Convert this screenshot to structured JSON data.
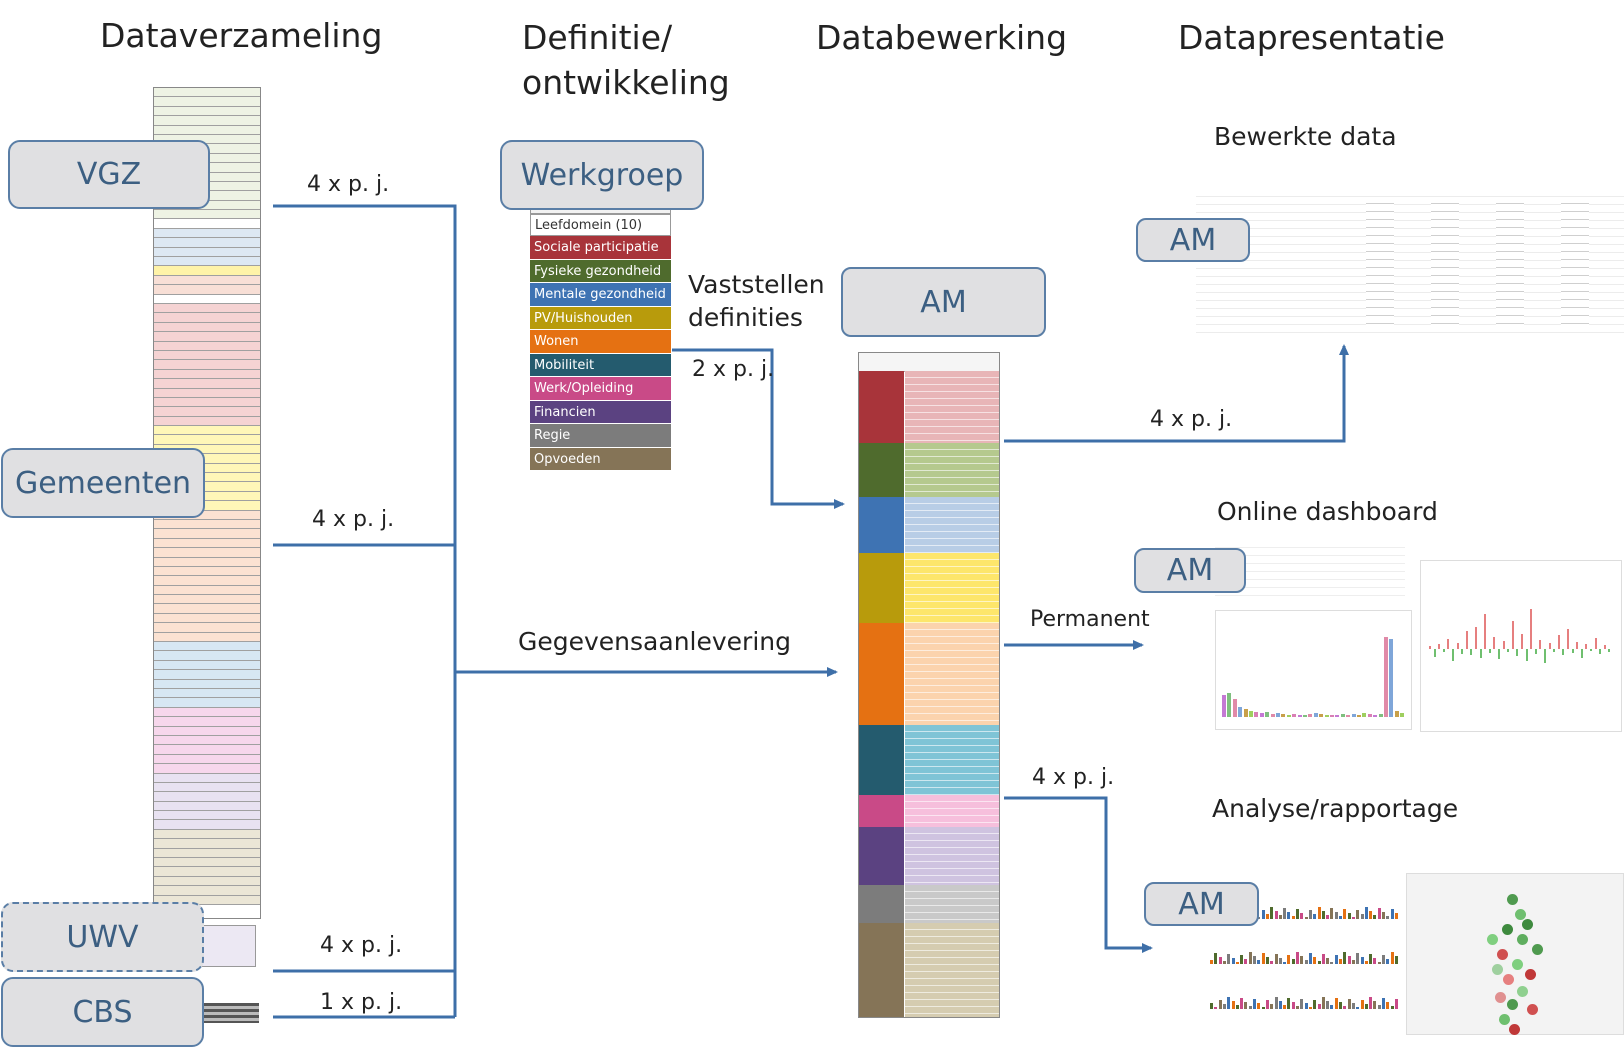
{
  "columns": {
    "dataverzameling": "Dataverzameling",
    "definitie_line1": "Definitie/",
    "definitie_line2": "ontwikkeling",
    "databewerking": "Databewerking",
    "datapresentatie": "Datapresentatie"
  },
  "sources": {
    "vgz": "VGZ",
    "gemeenten": "Gemeenten",
    "uwv": "UWV",
    "cbs": "CBS"
  },
  "frequencies": {
    "vgz": "4 x p. j.",
    "gemeenten": "4 x p. j.",
    "uwv": "4 x p. j.",
    "cbs": "1 x p. j.",
    "definities": "2 x p. j.",
    "bewerkte": "4 x p. j.",
    "dashboard": "Permanent",
    "analyse": "4 x p. j."
  },
  "process": {
    "werkgroep": "Werkgroep",
    "vaststellen_line1": "Vaststellen",
    "vaststellen_line2": "definities",
    "gegevensaanlevering": "Gegevensaanlevering",
    "am_center": "AM"
  },
  "leefdomein": {
    "header": "Leefdomein (10)",
    "items": [
      {
        "label": "Sociale participatie",
        "color": "#a8343a"
      },
      {
        "label": "Fysieke gezondheid",
        "color": "#4f6b2d"
      },
      {
        "label": "Mentale gezondheid",
        "color": "#3e73b3"
      },
      {
        "label": "PV/Huishouden",
        "color": "#b89b0c"
      },
      {
        "label": "Wonen",
        "color": "#e57112"
      },
      {
        "label": "Mobiliteit",
        "color": "#245b6e"
      },
      {
        "label": "Werk/Opleiding",
        "color": "#c94a87"
      },
      {
        "label": "Financien",
        "color": "#5b4281"
      },
      {
        "label": "Regie",
        "color": "#7c7c7c"
      },
      {
        "label": "Opvoeden",
        "color": "#857457"
      }
    ]
  },
  "outputs": {
    "bewerkte": "Bewerkte data",
    "dashboard": "Online dashboard",
    "analyse": "Analyse/rapportage",
    "am": "AM"
  },
  "colors": {
    "arrow": "#3e6fa8",
    "box_border": "#5a7ea6",
    "box_fill": "#e0e0e2",
    "box_text": "#3c5f82"
  }
}
